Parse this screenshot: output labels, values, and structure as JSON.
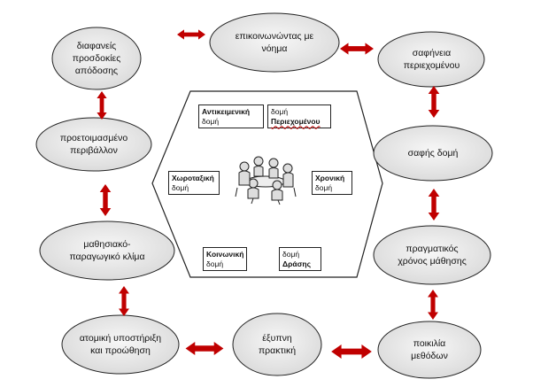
{
  "nodes": {
    "diafaneis": "διαφανείς\nπροσδοκίες\nαπόδοσης",
    "epikoinonontas": "επικοινωνώντας με\nνόημα",
    "safineia": "σαφήνεια\nπεριεχομένου",
    "proetoimasmeno": "προετοιμασμένο\nπεριβάλλον",
    "safis_domi": "σαφής δομή",
    "mathisiako": "μαθησιακό-\nπαραγωγικό κλίμα",
    "pragmatikos": "πραγματικός\nχρόνος μάθησης",
    "atomiki": "ατομική υποστήριξη\nκαι προώθηση",
    "exypni": "έξυπνη\nπρακτική",
    "poikilia": "ποικιλία\nμεθόδων"
  },
  "hexagon": {
    "antikeimeniki": {
      "bold": "Αντικειμενική",
      "normal": "δομή"
    },
    "periexomenou": {
      "normal": "δομή",
      "bold": "Περιεχομένου"
    },
    "chorotaxiki": {
      "bold": "Χωροταξική",
      "normal": "δομή"
    },
    "chroniki": {
      "bold": "Χρονική",
      "normal": "δομή"
    },
    "koinoniki": {
      "bold": "Κοινωνική",
      "normal": "δομή"
    },
    "drasis": {
      "normal": "δομή",
      "bold": "Δράσης"
    }
  },
  "colors": {
    "arrow": "#c00000",
    "ellipse_fill": "#ececec",
    "outline": "#222222"
  }
}
